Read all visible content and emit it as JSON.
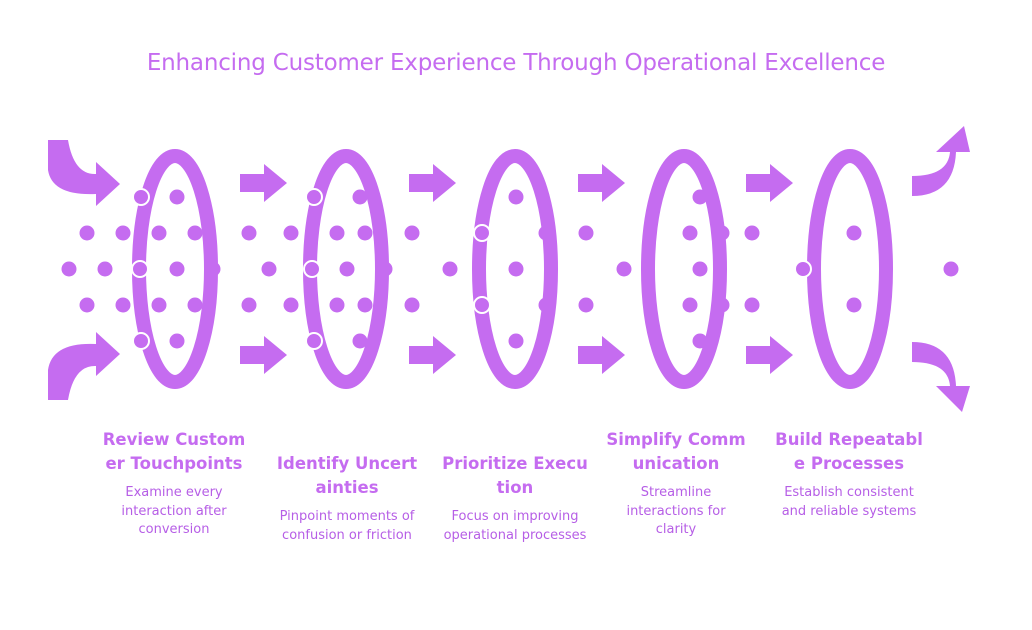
{
  "title": "Enhancing Customer Experience Through Operational Excellence",
  "colors": {
    "accent": "#c56cf0",
    "text": "#b65ee6"
  },
  "steps": [
    {
      "title": "Review Customer Touchpoints",
      "description": "Examine every interaction after conversion"
    },
    {
      "title": "Identify Uncertainties",
      "description": "Pinpoint moments of confusion or friction"
    },
    {
      "title": "Prioritize Execution",
      "description": "Focus on improving operational processes"
    },
    {
      "title": "Simplify Communication",
      "description": "Streamline interactions for clarity"
    },
    {
      "title": "Build Repeatable Processes",
      "description": "Establish consistent and reliable systems"
    }
  ]
}
